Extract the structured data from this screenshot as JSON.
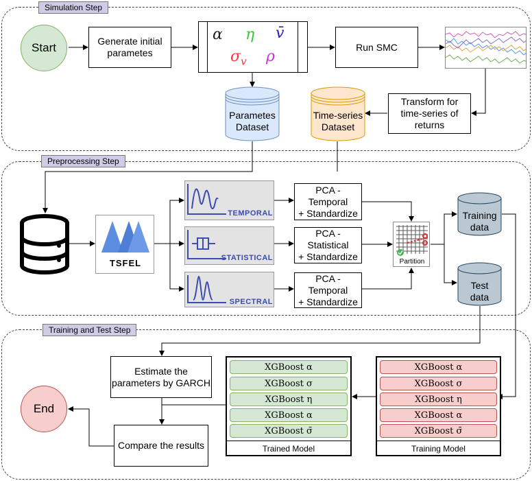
{
  "sections": {
    "simulation": "Simulation Step",
    "preprocessing": "Preprocessing Step",
    "training": "Training and Test Step"
  },
  "simulation": {
    "start": "Start",
    "generate_line1": "Generate initial",
    "generate_line2": "parametes",
    "params": {
      "alpha": "α",
      "eta": "η",
      "vbar": "v̄",
      "sigma": "σ",
      "sigma_sub": "v",
      "rho": "ρ",
      "colors": {
        "alpha": "#222222",
        "eta": "#33cc33",
        "vbar": "#2222bb",
        "sigma": "#ff3333",
        "rho": "#cc33cc"
      }
    },
    "run_smc": "Run SMC",
    "transform_line1": "Transform for",
    "transform_line2": "time-series of",
    "transform_line3": "returns",
    "params_db_line1": "Parametes",
    "params_db_line2": "Dataset",
    "ts_db_line1": "Time-series",
    "ts_db_line2": "Dataset"
  },
  "preprocessing": {
    "tsfel": "TSFEL",
    "temporal": "TEMPORAL",
    "statistical": "STATISTICAL",
    "spectral": "SPECTRAL",
    "pca1": {
      "l1": "PCA -",
      "l2": "Temporal",
      "l3": "+ Standardize"
    },
    "pca2": {
      "l1": "PCA -",
      "l2": "Statistical",
      "l3": "+ Standardize"
    },
    "pca3": {
      "l1": "PCA -",
      "l2": "Temporal",
      "l3": "+ Standardize"
    },
    "partition": "Partition",
    "training_db_line1": "Training",
    "training_db_line2": "data",
    "test_db_line1": "Test",
    "test_db_line2": "data"
  },
  "training": {
    "estimate_line1": "Estimate the",
    "estimate_line2": "parameters by GARCH",
    "compare": "Compare the results",
    "end": "End",
    "trained_model": {
      "label": "Trained Model",
      "items": [
        "XGBoost α",
        "XGBoost σ",
        "XGBoost η",
        "XGBoost α",
        "XGBoost σ̄"
      ]
    },
    "training_model": {
      "label": "Training Model",
      "items": [
        "XGBoost α",
        "XGBoost σ",
        "XGBoost η",
        "XGBoost α",
        "XGBoost σ̄"
      ]
    }
  },
  "colors": {
    "start_fill": "#d5e8d4",
    "end_fill": "#f8cecc",
    "blue_db": "#dae8fc",
    "orange_db": "#ffe6cc",
    "gray_db": "#bac8d3",
    "tsfel_blue": "#5b8de0"
  }
}
